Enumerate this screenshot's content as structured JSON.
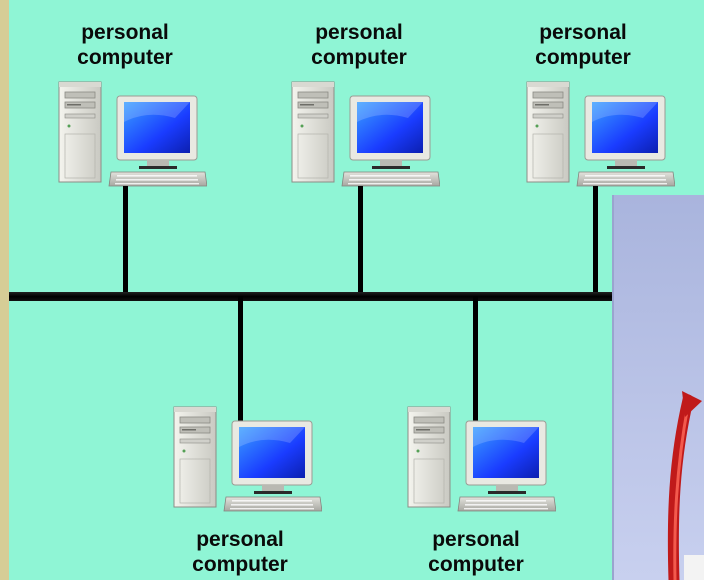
{
  "nodes": [
    {
      "line1": "personal",
      "line2": "computer"
    },
    {
      "line1": "personal",
      "line2": "computer"
    },
    {
      "line1": "personal",
      "line2": "computer"
    },
    {
      "line1": "personal",
      "line2": "computer"
    },
    {
      "line1": "personal",
      "line2": "computer"
    }
  ],
  "colors": {
    "background": "#8ff5d5",
    "frame": "#d6cd96",
    "bus": "#000000",
    "side_panel": "#b4bde3"
  },
  "icons": [
    "desktop-computer-icon",
    "curved-arrow-icon"
  ]
}
